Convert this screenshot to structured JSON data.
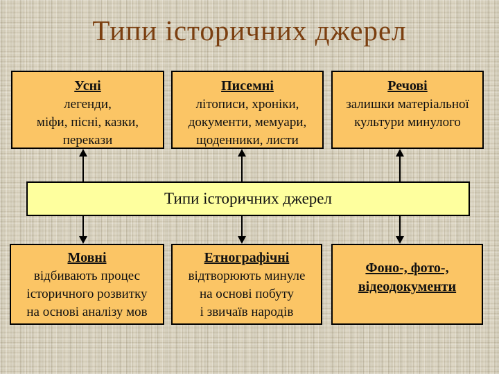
{
  "slide": {
    "title": "Типи історичних джерел",
    "center_label": "Типи історичних джерел"
  },
  "top_row": [
    {
      "heading": "Усні",
      "lines": [
        "легенди,",
        "міфи, пісні, казки,",
        "перекази"
      ]
    },
    {
      "heading": "Писемні",
      "lines": [
        "літописи, хроніки,",
        "документи, мемуари,",
        "щоденники, листи"
      ]
    },
    {
      "heading": "Речові",
      "lines": [
        "залишки матеріальної",
        "культури минулого"
      ]
    }
  ],
  "bottom_row": [
    {
      "heading": "Мовні",
      "lines": [
        "відбивають процес",
        "історичного розвитку",
        "на основі аналізу мов"
      ]
    },
    {
      "heading": "Етнографічні",
      "lines": [
        "відтворюють минуле",
        "на основі побуту",
        "і звичаїв народів"
      ]
    },
    {
      "heading": "Фоно-, фото-,",
      "heading2": "відеодокументи"
    }
  ],
  "colors": {
    "background": "#d9d2be",
    "box_fill": "#fbc565",
    "center_fill": "#feff9e",
    "border": "#000000",
    "title_text": "#7b3f10",
    "body_text": "#111111"
  }
}
